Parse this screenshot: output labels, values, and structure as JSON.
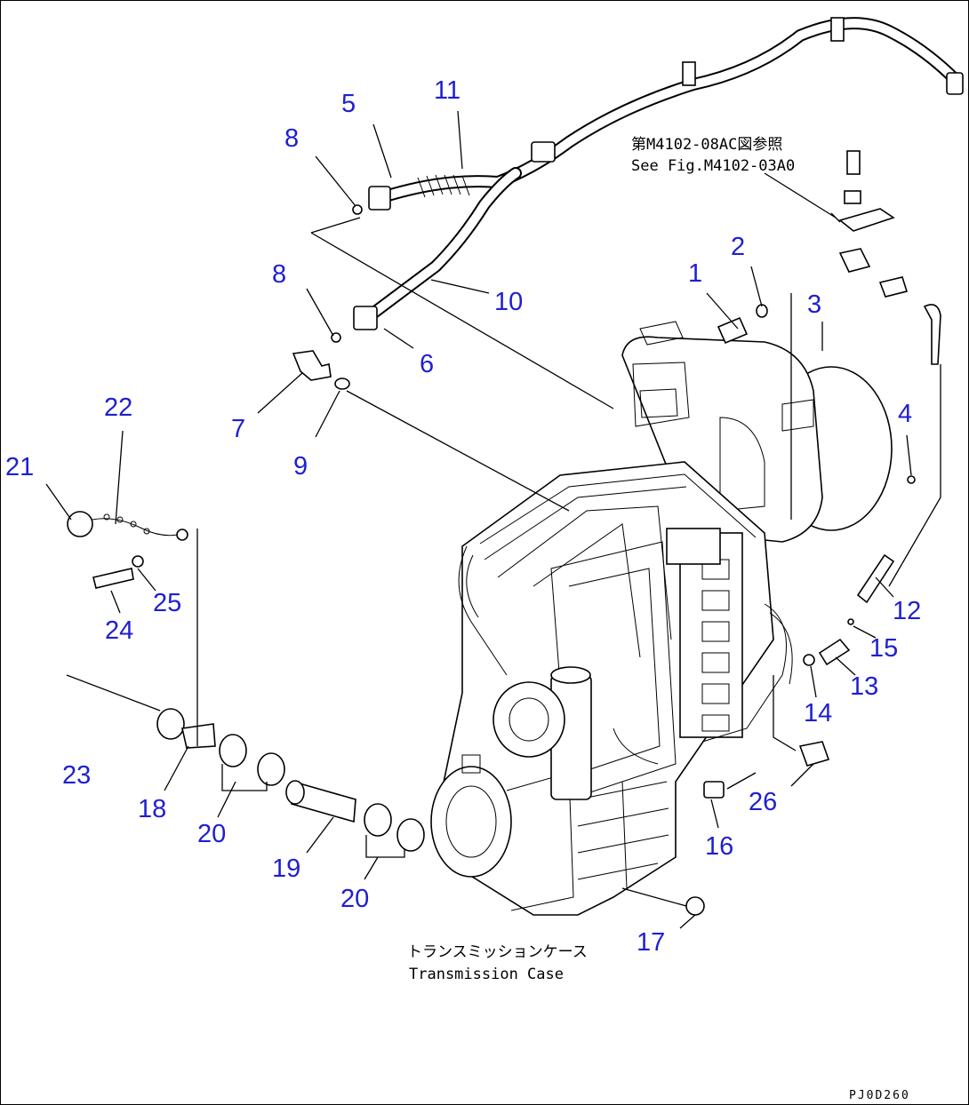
{
  "callouts": [
    {
      "id": "c1",
      "label": "1"
    },
    {
      "id": "c2",
      "label": "2"
    },
    {
      "id": "c3",
      "label": "3"
    },
    {
      "id": "c4",
      "label": "4"
    },
    {
      "id": "c5",
      "label": "5"
    },
    {
      "id": "c6",
      "label": "6"
    },
    {
      "id": "c7",
      "label": "7"
    },
    {
      "id": "c8a",
      "label": "8"
    },
    {
      "id": "c8b",
      "label": "8"
    },
    {
      "id": "c9",
      "label": "9"
    },
    {
      "id": "c10",
      "label": "10"
    },
    {
      "id": "c11",
      "label": "11"
    },
    {
      "id": "c12",
      "label": "12"
    },
    {
      "id": "c13",
      "label": "13"
    },
    {
      "id": "c14",
      "label": "14"
    },
    {
      "id": "c15",
      "label": "15"
    },
    {
      "id": "c16",
      "label": "16"
    },
    {
      "id": "c17",
      "label": "17"
    },
    {
      "id": "c18",
      "label": "18"
    },
    {
      "id": "c19",
      "label": "19"
    },
    {
      "id": "c20a",
      "label": "20"
    },
    {
      "id": "c20b",
      "label": "20"
    },
    {
      "id": "c21",
      "label": "21"
    },
    {
      "id": "c22",
      "label": "22"
    },
    {
      "id": "c23",
      "label": "23"
    },
    {
      "id": "c24",
      "label": "24"
    },
    {
      "id": "c25",
      "label": "25"
    },
    {
      "id": "c26",
      "label": "26"
    }
  ],
  "notes": {
    "see_fig_jp": "第M4102-08AC図参照",
    "see_fig_en": "See Fig.M4102-03A0",
    "case_jp": "トランスミッションケース",
    "case_en": "Transmission Case"
  },
  "figure_code": "PJ0D260",
  "colors": {
    "callout": "#1f1fd0",
    "line": "#000000",
    "background": "#ffffff"
  }
}
